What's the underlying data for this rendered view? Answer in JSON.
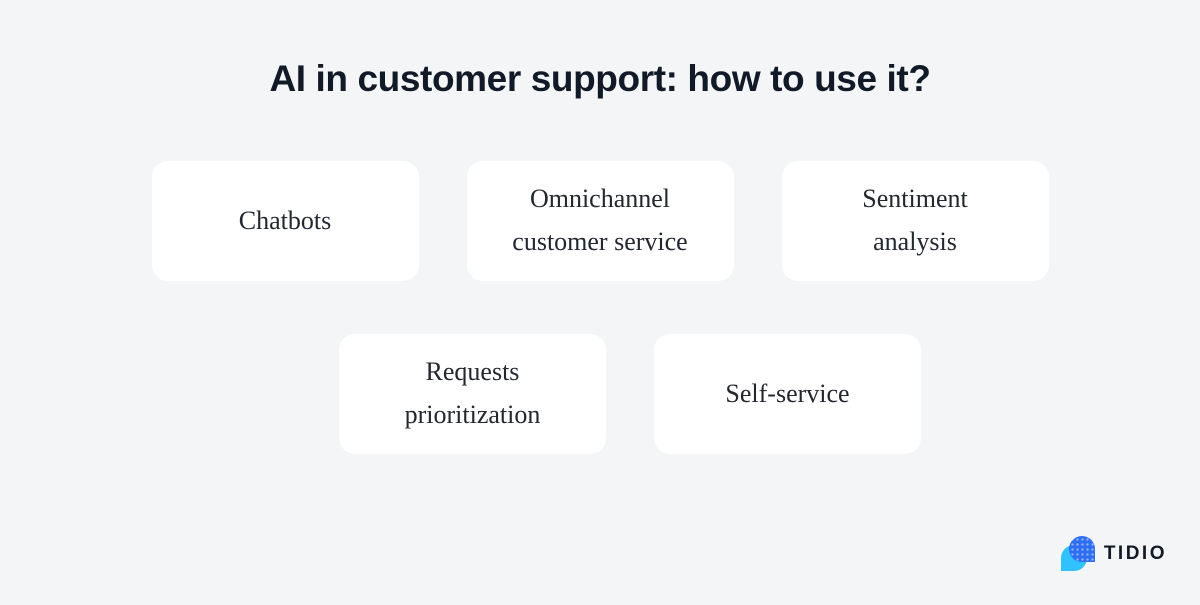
{
  "title": "AI in customer support: how to use it?",
  "cards": [
    {
      "label": "Chatbots"
    },
    {
      "label": "Omnichannel customer service"
    },
    {
      "label": "Sentiment analysis"
    },
    {
      "label": "Requests prioritization"
    },
    {
      "label": "Self-service"
    }
  ],
  "logo": {
    "brand": "TIDIO",
    "icon": "tidio-chat-bubbles-icon"
  },
  "colors": {
    "background": "#f4f5f7",
    "card_background": "#ffffff",
    "title_text": "#121a28",
    "card_text": "#23272e",
    "logo_cyan": "#2fc2ff",
    "logo_blue": "#2e6ff0",
    "logo_text": "#121a28"
  }
}
